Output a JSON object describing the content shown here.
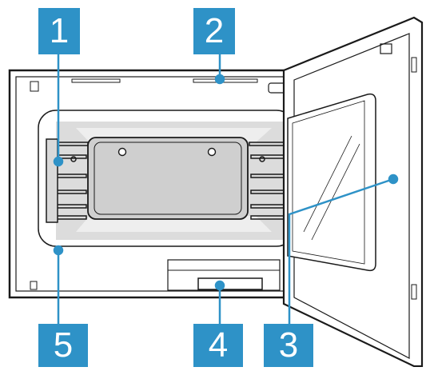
{
  "callouts": [
    {
      "number": "1",
      "part": "accessory-shelf-support"
    },
    {
      "number": "2",
      "part": "air-vent"
    },
    {
      "number": "3",
      "part": "appliance-door"
    },
    {
      "number": "4",
      "part": "control-panel-recess"
    },
    {
      "number": "5",
      "part": "door-seal"
    }
  ],
  "colors": {
    "callout_fill": "#2e92c7",
    "callout_text": "#ffffff",
    "line_art": "#1a1a1a",
    "cavity_gray": "#d9d9d9",
    "panel_gray": "#c8c8c8"
  }
}
